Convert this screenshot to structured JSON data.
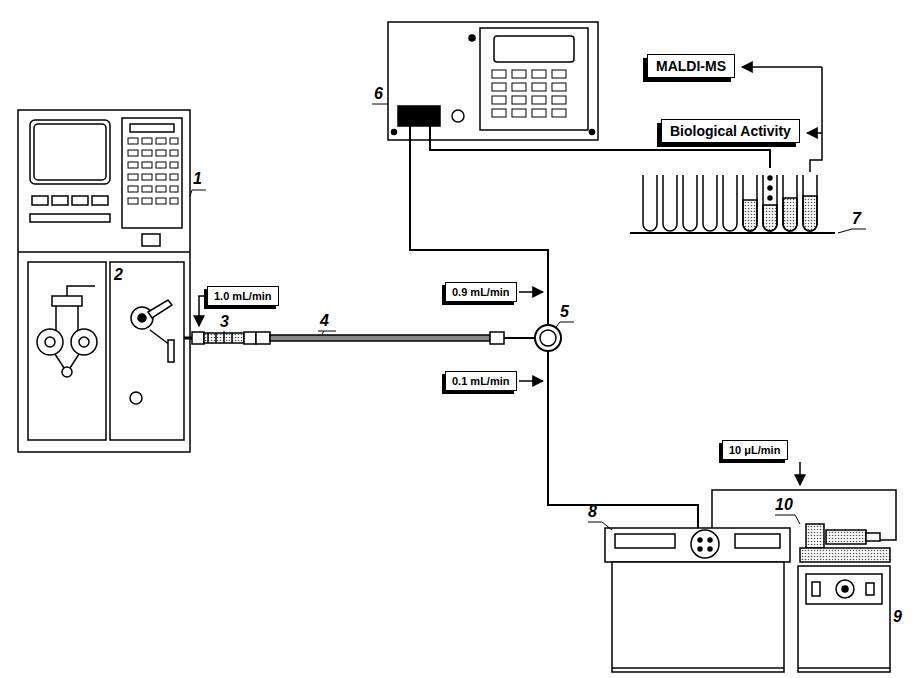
{
  "diagram": {
    "nodes": [
      {
        "text": [
          "MALDI-MS"
        ]
      },
      {
        "text": [
          "Biological Activity"
        ]
      },
      {
        "text": [
          "1.0 mL/min"
        ]
      },
      {
        "text": [
          "0.9 mL/min"
        ]
      },
      {
        "text": [
          "0.1 mL/min"
        ]
      },
      {
        "text": [
          "10 μL/min"
        ]
      }
    ],
    "labels": [
      "1",
      "2",
      "3",
      "4",
      "5",
      "6",
      "7",
      "8",
      "9",
      "10"
    ]
  }
}
